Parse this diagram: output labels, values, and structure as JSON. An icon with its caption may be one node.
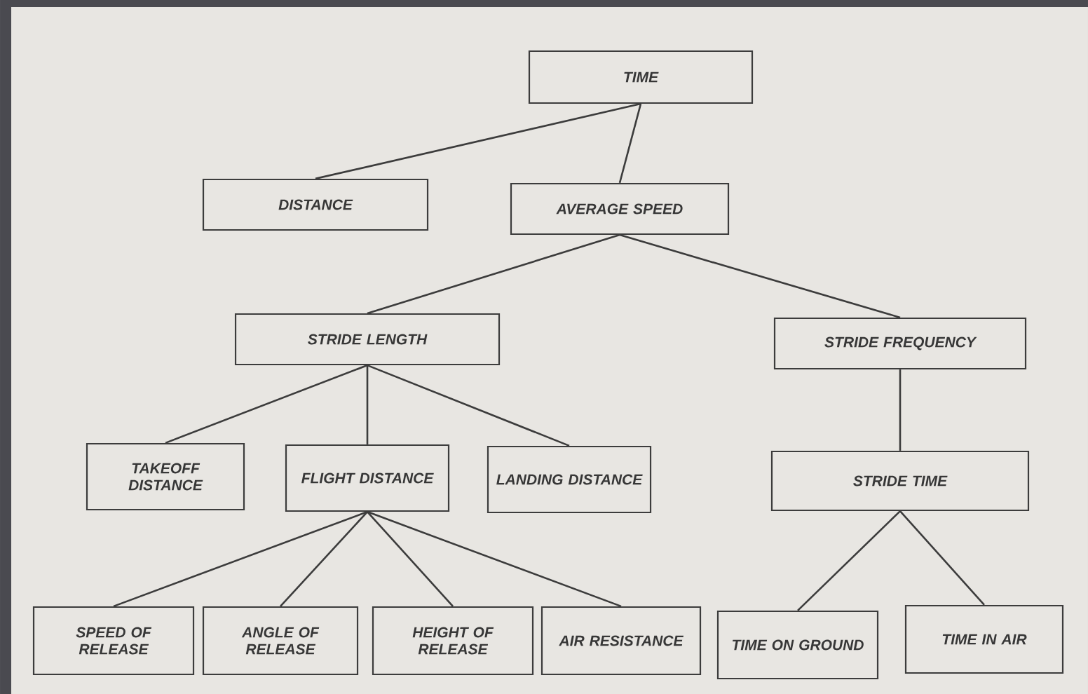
{
  "diagram": {
    "nodes": [
      {
        "text": [
          "TIME"
        ]
      },
      {
        "text": [
          "DISTANCE"
        ]
      },
      {
        "text": [
          "AVERAGE SPEED"
        ]
      },
      {
        "text": [
          "STRIDE LENGTH"
        ]
      },
      {
        "text": [
          "STRIDE FREQUENCY"
        ]
      },
      {
        "text": [
          "TAKEOFF DISTANCE"
        ]
      },
      {
        "text": [
          "FLIGHT DISTANCE"
        ]
      },
      {
        "text": [
          "LANDING DISTANCE"
        ]
      },
      {
        "text": [
          "STRIDE TIME"
        ]
      },
      {
        "text": [
          "SPEED OF RELEASE"
        ]
      },
      {
        "text": [
          "ANGLE OF RELEASE"
        ]
      },
      {
        "text": [
          "HEIGHT OF RELEASE"
        ]
      },
      {
        "text": [
          "AIR RESISTANCE"
        ]
      },
      {
        "text": [
          "TIME ON GROUND"
        ]
      },
      {
        "text": [
          "TIME IN AIR"
        ]
      }
    ],
    "edges": [
      {
        "from": 0,
        "to": 1,
        "arrow": "none"
      },
      {
        "from": 0,
        "to": 2,
        "arrow": "none"
      },
      {
        "from": 2,
        "to": 3,
        "arrow": "none"
      },
      {
        "from": 2,
        "to": 4,
        "arrow": "none"
      },
      {
        "from": 3,
        "to": 5,
        "arrow": "none"
      },
      {
        "from": 3,
        "to": 6,
        "arrow": "none"
      },
      {
        "from": 3,
        "to": 7,
        "arrow": "none"
      },
      {
        "from": 4,
        "to": 8,
        "arrow": "none"
      },
      {
        "from": 6,
        "to": 9,
        "arrow": "none"
      },
      {
        "from": 6,
        "to": 10,
        "arrow": "none"
      },
      {
        "from": 6,
        "to": 11,
        "arrow": "none"
      },
      {
        "from": 6,
        "to": 12,
        "arrow": "none"
      },
      {
        "from": 8,
        "to": 13,
        "arrow": "none"
      },
      {
        "from": 8,
        "to": 14,
        "arrow": "none"
      }
    ]
  }
}
